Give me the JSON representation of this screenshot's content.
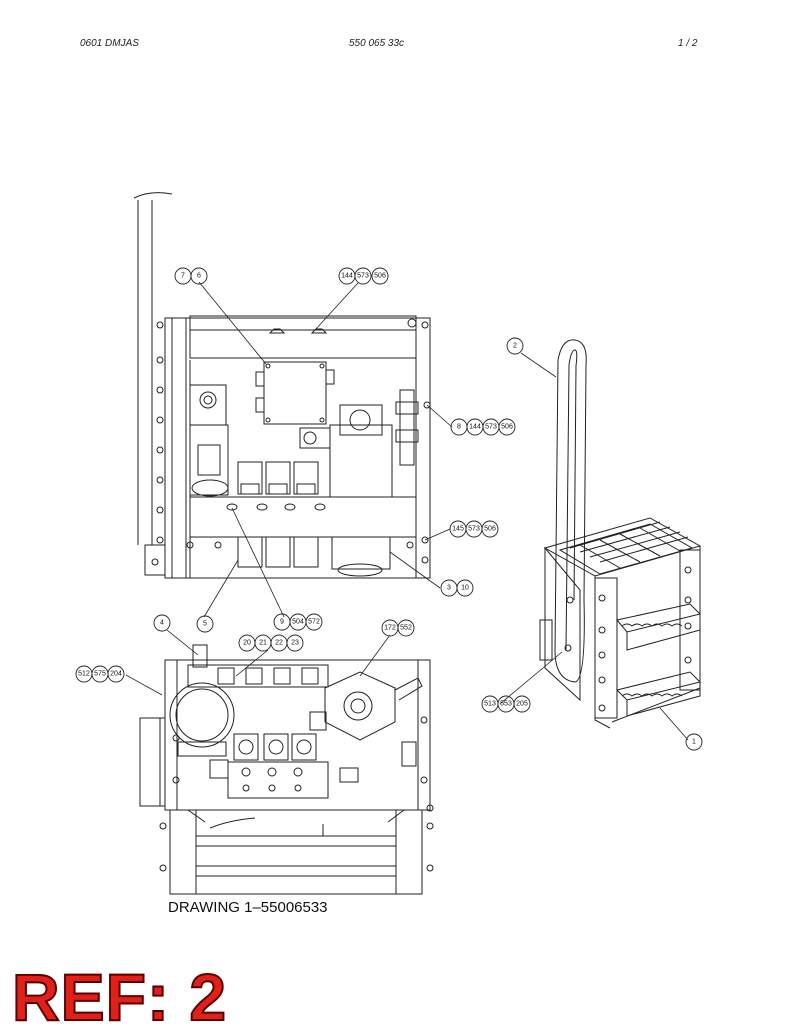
{
  "header": {
    "left": "0601 DMJAS",
    "center": "550 065 33c",
    "right": "1 /   2"
  },
  "callouts": {
    "c7": "7",
    "c6": "6",
    "c144a": "144",
    "c573a": "573",
    "c506a": "506",
    "c2": "2",
    "c8": "8",
    "c144b": "144",
    "c573b": "573",
    "c506b": "506",
    "c145": "145",
    "c573c": "573",
    "c506c": "506",
    "c3": "3",
    "c10": "10",
    "c4": "4",
    "c5": "5",
    "c9": "9",
    "c504": "504",
    "c572": "572",
    "c20": "20",
    "c21": "21",
    "c22": "22",
    "c23": "23",
    "c172": "172",
    "c552": "552",
    "c512": "512",
    "c575": "575",
    "c204": "204",
    "c513": "513",
    "c553": "553",
    "c205": "205",
    "c1": "1"
  },
  "caption": "DRAWING 1–55006533",
  "ref_label": "REF: 2"
}
